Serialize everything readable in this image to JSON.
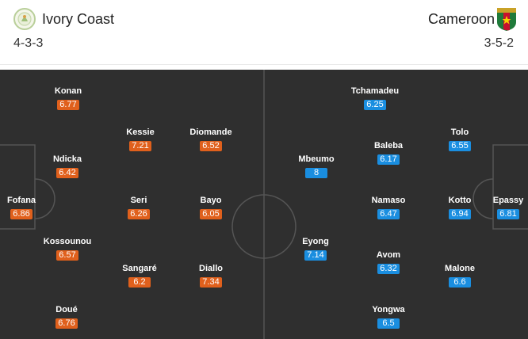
{
  "home": {
    "name": "Ivory Coast",
    "formation": "4-3-3",
    "color": "#e0601c",
    "crest_icon": "ivory-coast-crest-icon",
    "players": [
      {
        "name": "Konan",
        "rating": "6.77"
      },
      {
        "name": "Kessie",
        "rating": "7.21"
      },
      {
        "name": "Diomande",
        "rating": "6.52"
      },
      {
        "name": "Ndicka",
        "rating": "6.42"
      },
      {
        "name": "Fofana",
        "rating": "6.86"
      },
      {
        "name": "Seri",
        "rating": "6.26"
      },
      {
        "name": "Bayo",
        "rating": "6.05"
      },
      {
        "name": "Kossounou",
        "rating": "6.57"
      },
      {
        "name": "Sangaré",
        "rating": "6.2"
      },
      {
        "name": "Diallo",
        "rating": "7.34"
      },
      {
        "name": "Doué",
        "rating": "6.76"
      }
    ]
  },
  "away": {
    "name": "Cameroon",
    "formation": "3-5-2",
    "color": "#1a8ee0",
    "crest_icon": "cameroon-crest-icon",
    "players": [
      {
        "name": "Tchamadeu",
        "rating": "6.25"
      },
      {
        "name": "Tolo",
        "rating": "6.55"
      },
      {
        "name": "Baleba",
        "rating": "6.17"
      },
      {
        "name": "Mbeumo",
        "rating": "8"
      },
      {
        "name": "Namaso",
        "rating": "6.47"
      },
      {
        "name": "Kotto",
        "rating": "6.94"
      },
      {
        "name": "Epassy",
        "rating": "6.81"
      },
      {
        "name": "Eyong",
        "rating": "7.14"
      },
      {
        "name": "Avom",
        "rating": "6.32"
      },
      {
        "name": "Malone",
        "rating": "6.6"
      },
      {
        "name": "Yongwa",
        "rating": "6.5"
      }
    ]
  },
  "pitch_color": "#2f2f2f"
}
